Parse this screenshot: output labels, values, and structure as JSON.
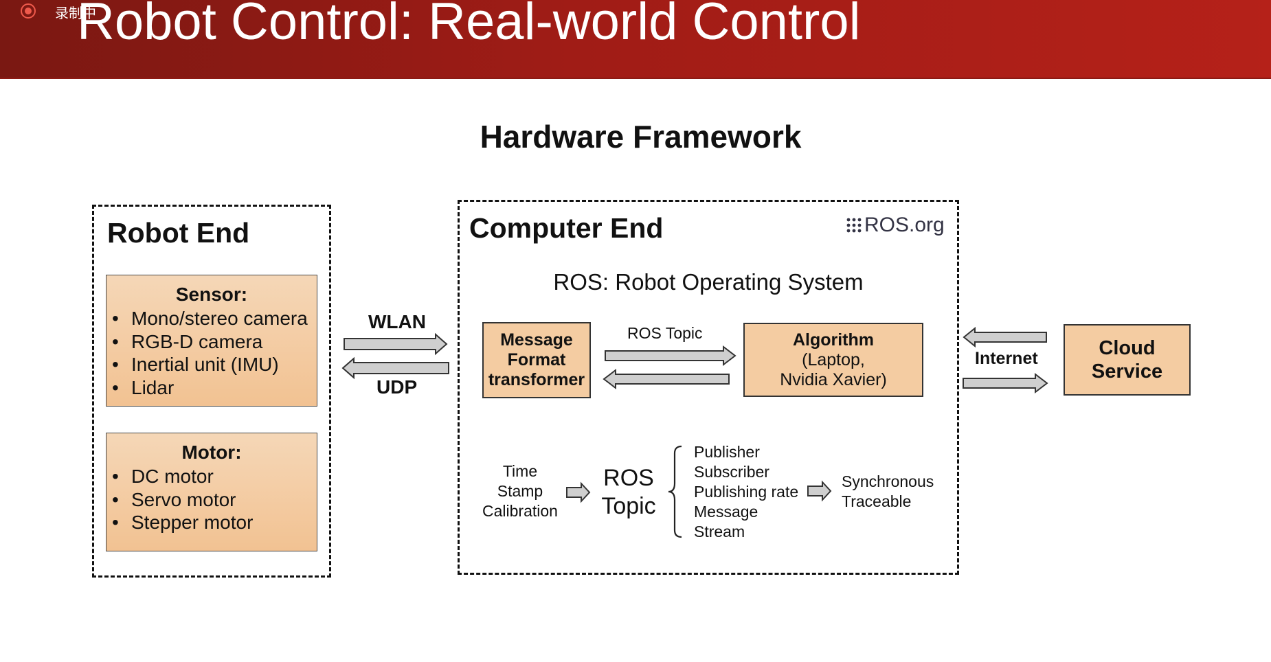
{
  "header": {
    "recording_label": "录制中",
    "title": "Robot Control: Real-world Control"
  },
  "diagram_title": "Hardware Framework",
  "robot_end": {
    "title": "Robot End",
    "sensor": {
      "heading": "Sensor:",
      "items": [
        "Mono/stereo camera",
        "RGB-D camera",
        "Inertial unit (IMU)",
        "Lidar"
      ]
    },
    "motor": {
      "heading": "Motor:",
      "items": [
        "DC motor",
        "Servo motor",
        "Stepper motor"
      ]
    }
  },
  "link_labels": {
    "top": "WLAN",
    "bottom": "UDP"
  },
  "computer_end": {
    "title": "Computer End",
    "logo_text": "ROS.org",
    "subtitle": "ROS: Robot Operating System",
    "transformer_lines": [
      "Message",
      "Format",
      "transformer"
    ],
    "ros_topic_label": "ROS Topic",
    "algorithm_lines": [
      "Algorithm",
      "(Laptop,",
      "Nvidia Xavier)"
    ],
    "time_stamp_lines": [
      "Time",
      "Stamp",
      "Calibration"
    ],
    "big_topic_lines": [
      "ROS",
      "Topic"
    ],
    "topic_properties": [
      "Publisher",
      "Subscriber",
      "Publishing rate",
      "Message",
      "Stream"
    ],
    "topic_results": [
      "Synchronous",
      "Traceable"
    ]
  },
  "internet_label": "Internet",
  "cloud_lines": [
    "Cloud",
    "Service"
  ],
  "colors": {
    "header_red": "#a01c16",
    "box_fill": "#f4cca2",
    "arrow_fill": "#cfcfcf"
  }
}
